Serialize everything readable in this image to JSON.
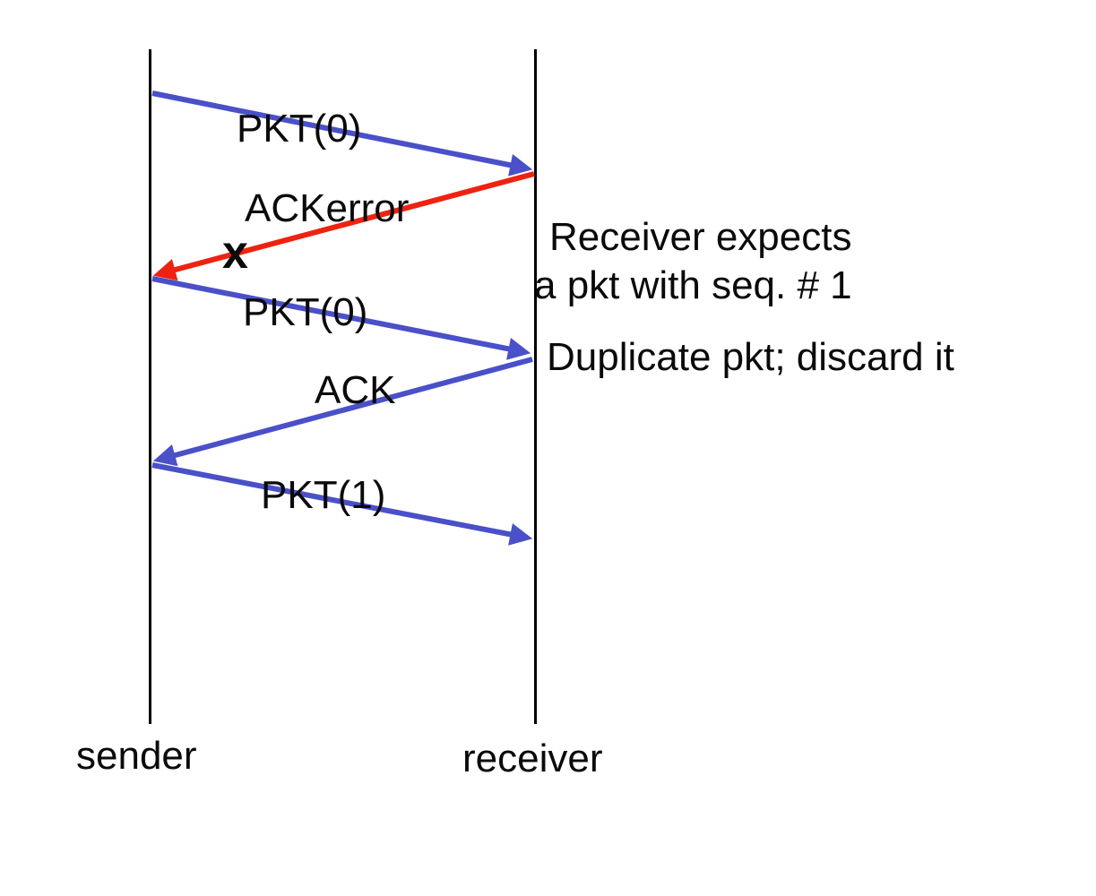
{
  "diagram": {
    "type": "protocol-sequence-diagram",
    "lifelines": {
      "sender": {
        "label": "sender"
      },
      "receiver": {
        "label": "receiver"
      }
    },
    "messages": [
      {
        "label": "PKT(0)",
        "from": "sender",
        "to": "receiver",
        "status": "delivered"
      },
      {
        "label": "ACKerror",
        "from": "receiver",
        "to": "sender",
        "status": "corrupted",
        "corruption_marker": "x"
      },
      {
        "label": "PKT(0)",
        "from": "sender",
        "to": "receiver",
        "status": "delivered"
      },
      {
        "label": "ACK",
        "from": "receiver",
        "to": "sender",
        "status": "delivered"
      },
      {
        "label": "PKT(1)",
        "from": "sender",
        "to": "receiver",
        "status": "delivered"
      }
    ],
    "annotations": [
      {
        "lines": [
          "Receiver expects",
          "a pkt with seq. # 1"
        ]
      },
      {
        "lines": [
          "Duplicate pkt; discard it"
        ]
      }
    ],
    "colors": {
      "normal_arrow": "#4a50c8",
      "error_arrow": "#ee2211",
      "lifeline": "#000000",
      "text": "#0a0a0a"
    }
  }
}
